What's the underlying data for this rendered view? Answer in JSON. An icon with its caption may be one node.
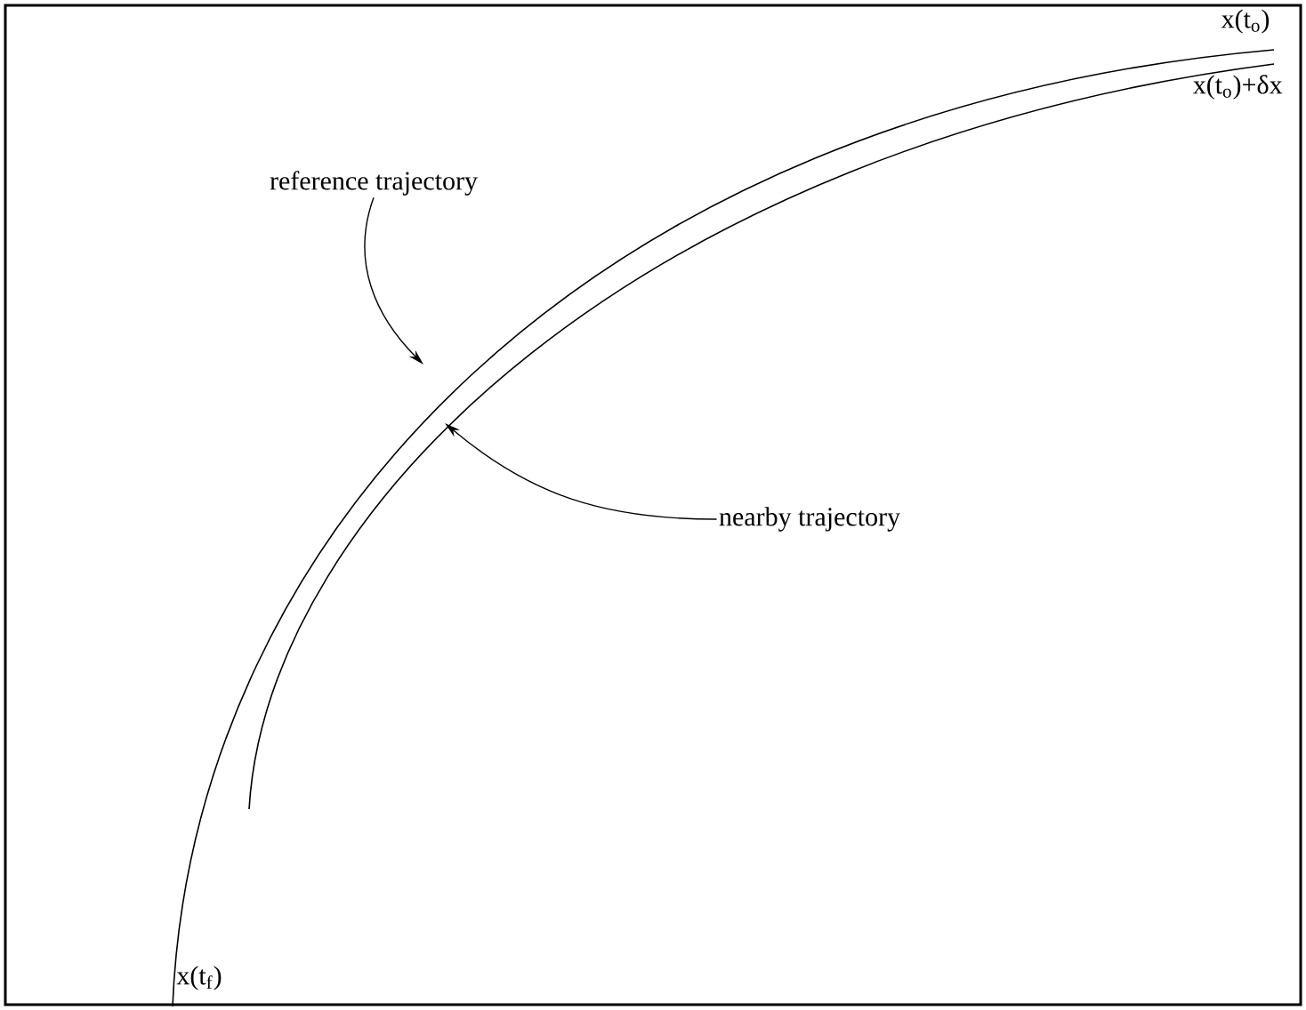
{
  "diagram": {
    "nodes": [
      {
        "text": [
          "reference trajectory"
        ]
      },
      {
        "text": [
          "nearby trajectory"
        ]
      }
    ],
    "edges": [
      {
        "from": 0,
        "to": null,
        "arrow": "to"
      },
      {
        "from": 1,
        "to": null,
        "arrow": "to"
      }
    ],
    "labels": [
      "x(t$_{o}$)",
      "x(t$_{o}$)+δx",
      "x(t$_{f}$)"
    ]
  }
}
